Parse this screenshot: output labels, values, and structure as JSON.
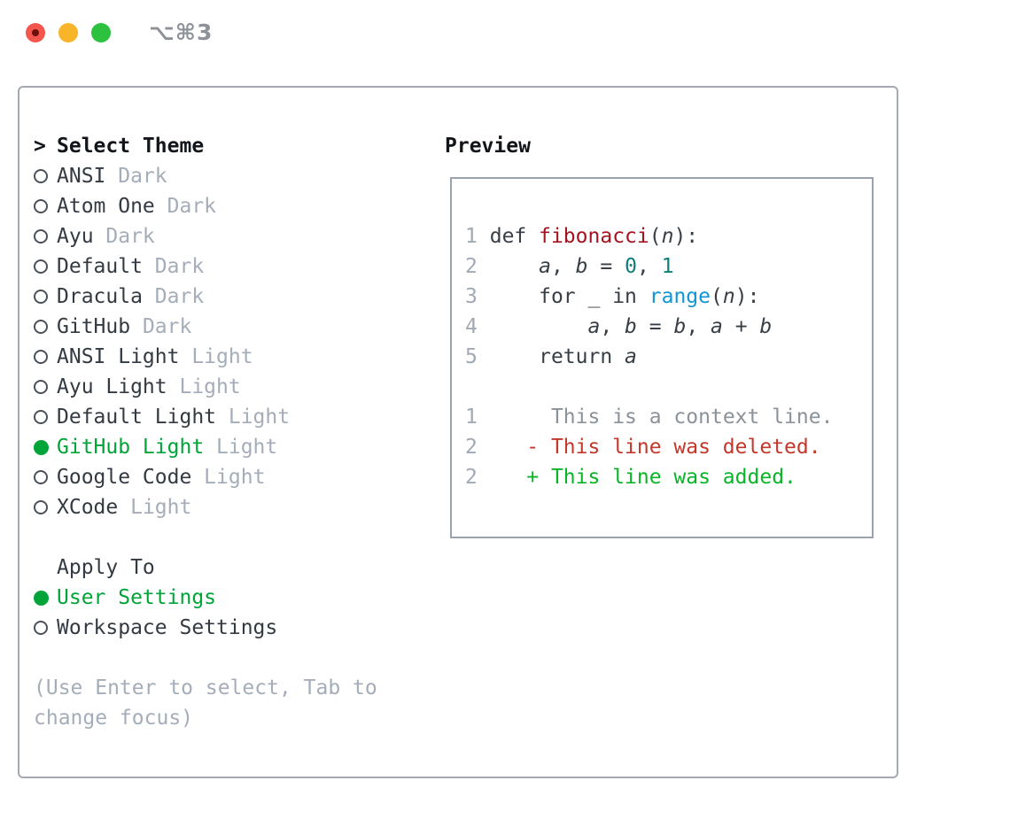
{
  "window": {
    "shortcut_label": "⌥⌘3"
  },
  "colors": {
    "selection_green": "#00a438",
    "added_green": "#09b527",
    "deleted_red": "#c4372b",
    "function_red": "#a31420",
    "number_teal": "#0e7f78",
    "builtin_blue": "#1095d5",
    "muted_gray": "#a4adb8",
    "text_dark": "#333a42",
    "panel_border": "#a2aab4",
    "traffic_red": "#f4564d",
    "traffic_yellow": "#f9b52a",
    "traffic_green": "#2cc240"
  },
  "theme_selector": {
    "prompt": ">",
    "title": "Select Theme",
    "items": [
      {
        "name": "ANSI",
        "variant": "Dark",
        "selected": false
      },
      {
        "name": "Atom One",
        "variant": "Dark",
        "selected": false
      },
      {
        "name": "Ayu",
        "variant": "Dark",
        "selected": false
      },
      {
        "name": "Default",
        "variant": "Dark",
        "selected": false
      },
      {
        "name": "Dracula",
        "variant": "Dark",
        "selected": false
      },
      {
        "name": "GitHub",
        "variant": "Dark",
        "selected": false
      },
      {
        "name": "ANSI Light",
        "variant": "Light",
        "selected": false
      },
      {
        "name": "Ayu Light",
        "variant": "Light",
        "selected": false
      },
      {
        "name": "Default Light",
        "variant": "Light",
        "selected": false
      },
      {
        "name": "GitHub Light",
        "variant": "Light",
        "selected": true
      },
      {
        "name": "Google Code",
        "variant": "Light",
        "selected": false
      },
      {
        "name": "XCode",
        "variant": "Light",
        "selected": false
      }
    ],
    "apply_to": {
      "title": "Apply To",
      "options": [
        {
          "label": "User Settings",
          "selected": true
        },
        {
          "label": "Workspace Settings",
          "selected": false
        }
      ]
    },
    "hint_lines": [
      "(Use Enter to select, Tab to",
      "change focus)"
    ]
  },
  "preview": {
    "title": "Preview",
    "lines": [
      {
        "segments": [
          {
            "t": "1",
            "c": "ln"
          },
          {
            "t": " ",
            "c": "pl"
          },
          {
            "t": "def ",
            "c": "kw"
          },
          {
            "t": "fibonacci",
            "c": "fn"
          },
          {
            "t": "(",
            "c": "pl"
          },
          {
            "t": "n",
            "c": "var"
          },
          {
            "t": "):",
            "c": "pl"
          }
        ]
      },
      {
        "segments": [
          {
            "t": "2",
            "c": "ln"
          },
          {
            "t": "     ",
            "c": "pl"
          },
          {
            "t": "a",
            "c": "var"
          },
          {
            "t": ", ",
            "c": "pl"
          },
          {
            "t": "b",
            "c": "var"
          },
          {
            "t": " = ",
            "c": "pl"
          },
          {
            "t": "0",
            "c": "num"
          },
          {
            "t": ", ",
            "c": "pl"
          },
          {
            "t": "1",
            "c": "num"
          }
        ]
      },
      {
        "segments": [
          {
            "t": "3",
            "c": "ln"
          },
          {
            "t": "     ",
            "c": "pl"
          },
          {
            "t": "for ",
            "c": "kw"
          },
          {
            "t": "_ ",
            "c": "pl"
          },
          {
            "t": "in ",
            "c": "kw"
          },
          {
            "t": "range",
            "c": "bi"
          },
          {
            "t": "(",
            "c": "pl"
          },
          {
            "t": "n",
            "c": "var"
          },
          {
            "t": "):",
            "c": "pl"
          }
        ]
      },
      {
        "segments": [
          {
            "t": "4",
            "c": "ln"
          },
          {
            "t": "         ",
            "c": "pl"
          },
          {
            "t": "a",
            "c": "var"
          },
          {
            "t": ", ",
            "c": "pl"
          },
          {
            "t": "b",
            "c": "var"
          },
          {
            "t": " = ",
            "c": "pl"
          },
          {
            "t": "b",
            "c": "var"
          },
          {
            "t": ", ",
            "c": "pl"
          },
          {
            "t": "a",
            "c": "var"
          },
          {
            "t": " + ",
            "c": "pl"
          },
          {
            "t": "b",
            "c": "var"
          }
        ]
      },
      {
        "segments": [
          {
            "t": "5",
            "c": "ln"
          },
          {
            "t": "     ",
            "c": "pl"
          },
          {
            "t": "return ",
            "c": "kw"
          },
          {
            "t": "a",
            "c": "var"
          }
        ]
      },
      {
        "segments": []
      },
      {
        "segments": [
          {
            "t": "1",
            "c": "ln"
          },
          {
            "t": "      ",
            "c": "pl"
          },
          {
            "t": "This is a context line.",
            "c": "ctx"
          }
        ]
      },
      {
        "segments": [
          {
            "t": "2",
            "c": "ln"
          },
          {
            "t": "    ",
            "c": "pl"
          },
          {
            "t": "- This line was deleted.",
            "c": "del"
          }
        ]
      },
      {
        "segments": [
          {
            "t": "2",
            "c": "ln"
          },
          {
            "t": "    ",
            "c": "pl"
          },
          {
            "t": "+ This line was added.",
            "c": "add"
          }
        ]
      }
    ]
  }
}
